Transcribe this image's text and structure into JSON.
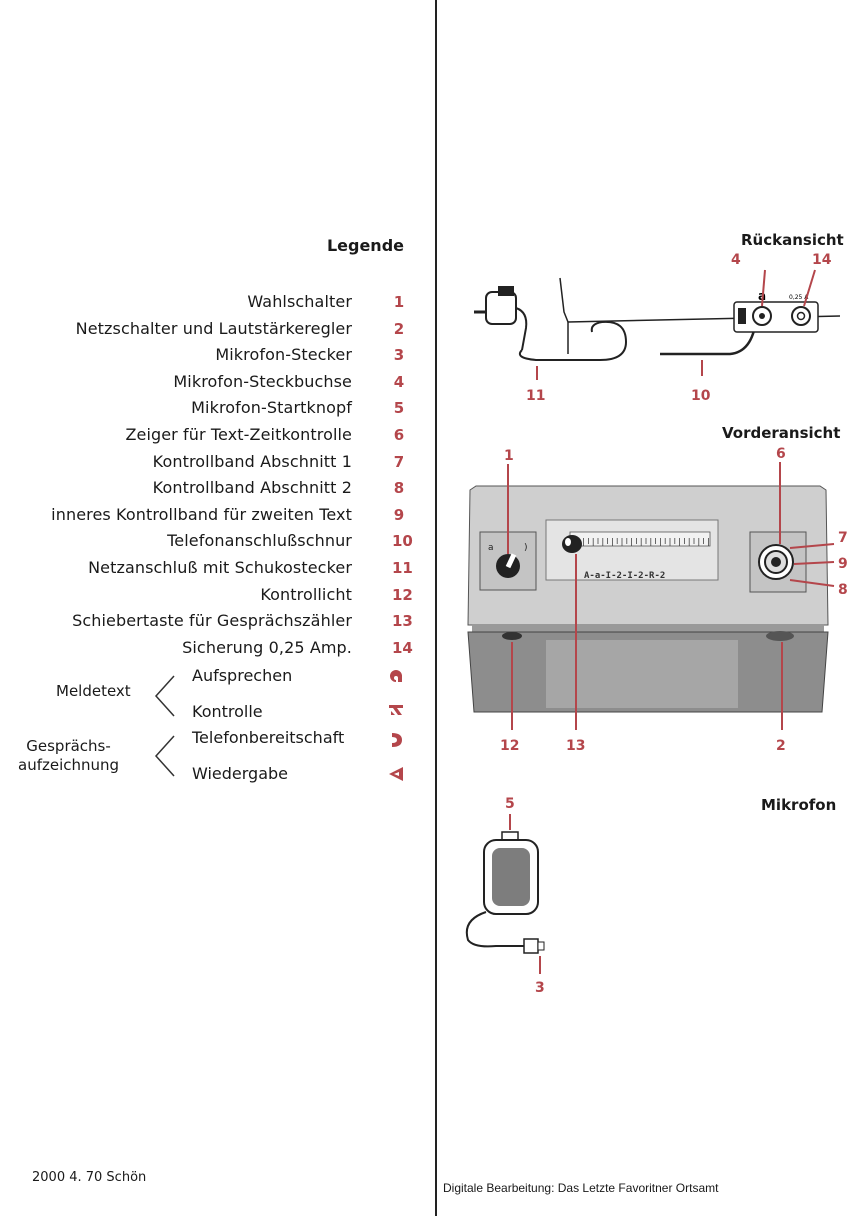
{
  "legend": {
    "title": "Legende",
    "items": [
      {
        "label": "Wahlschalter",
        "num": "1"
      },
      {
        "label": "Netzschalter und Lautstärkeregler",
        "num": "2"
      },
      {
        "label": "Mikrofon-Stecker",
        "num": "3"
      },
      {
        "label": "Mikrofon-Steckbuchse",
        "num": "4"
      },
      {
        "label": "Mikrofon-Startknopf",
        "num": "5"
      },
      {
        "label": "Zeiger für Text-Zeitkontrolle",
        "num": "6"
      },
      {
        "label": "Kontrollband Abschnitt 1",
        "num": "7"
      },
      {
        "label": "Kontrollband Abschnitt 2",
        "num": "8"
      },
      {
        "label": "inneres Kontrollband für zweiten Text",
        "num": "9"
      },
      {
        "label": "Telefonanschlußschnur",
        "num": "10"
      },
      {
        "label": "Netzanschluß mit Schukostecker",
        "num": "11"
      },
      {
        "label": "Kontrollicht",
        "num": "12"
      },
      {
        "label": "Schiebertaste für Gesprächszähler",
        "num": "13"
      },
      {
        "label": "Sicherung 0,25 Amp.",
        "num": "14"
      }
    ],
    "groups": [
      {
        "label": "Meldetext",
        "options": [
          "Aufsprechen",
          "Kontrolle"
        ]
      },
      {
        "label": "Gesprächs-\naufzeichnung",
        "options": [
          "Telefonbereitschaft",
          "Wiedergabe"
        ]
      }
    ],
    "symbol_color": "#b4464b"
  },
  "views": {
    "rear": {
      "title": "Rückansicht",
      "socket_label": "a",
      "fuse_label": "0,25 A"
    },
    "front": {
      "title": "Vorderansicht",
      "scale_marks": "A-a-I-2-I-2-R-2"
    },
    "mic": {
      "title": "Mikrofon"
    }
  },
  "footer": {
    "left": "2000  4. 70  Schön",
    "right": "Digitale Bearbeitung: Das Letzte Favoritner Ortsamt"
  }
}
